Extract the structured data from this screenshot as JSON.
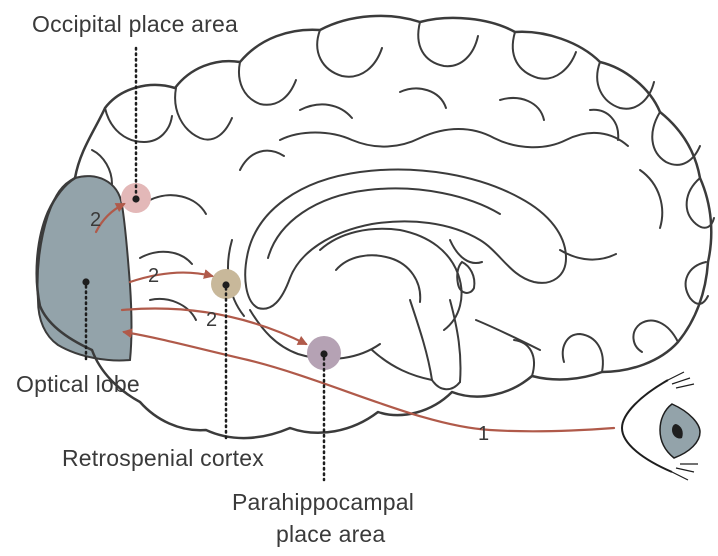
{
  "labels": {
    "occipital": "Occipital place area",
    "optical": "Optical lobe",
    "retrospenial": "Retrospenial cortex",
    "parahippocampal_line1": "Parahippocampal",
    "parahippocampal_line2": "place area"
  },
  "pathway_numbers": {
    "occipital_path": "2",
    "retrospenial_path": "2",
    "parahippocampal_path": "2",
    "eye_path": "1"
  },
  "colors": {
    "outline": "#3b3b3b",
    "pathway": "#b05a4a",
    "optical_lobe": "#93a3aa",
    "occipital_spot": "#e3b8b8",
    "retrospenial_spot": "#c8b89a",
    "parahippocampal_spot": "#b5a2b4"
  }
}
